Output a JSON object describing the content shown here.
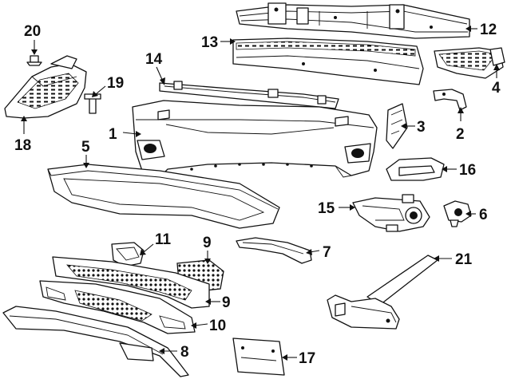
{
  "callouts": {
    "c1": "1",
    "c2": "2",
    "c3": "3",
    "c4": "4",
    "c5": "5",
    "c6": "6",
    "c7": "7",
    "c8": "8",
    "c9a": "9",
    "c9b": "9",
    "c10": "10",
    "c11": "11",
    "c12": "12",
    "c13": "13",
    "c14": "14",
    "c15": "15",
    "c16": "16",
    "c17": "17",
    "c18": "18",
    "c19": "19",
    "c20": "20",
    "c21": "21"
  },
  "colors": {
    "line": "#111111",
    "background": "#ffffff",
    "shade": "#d8d8d8"
  }
}
